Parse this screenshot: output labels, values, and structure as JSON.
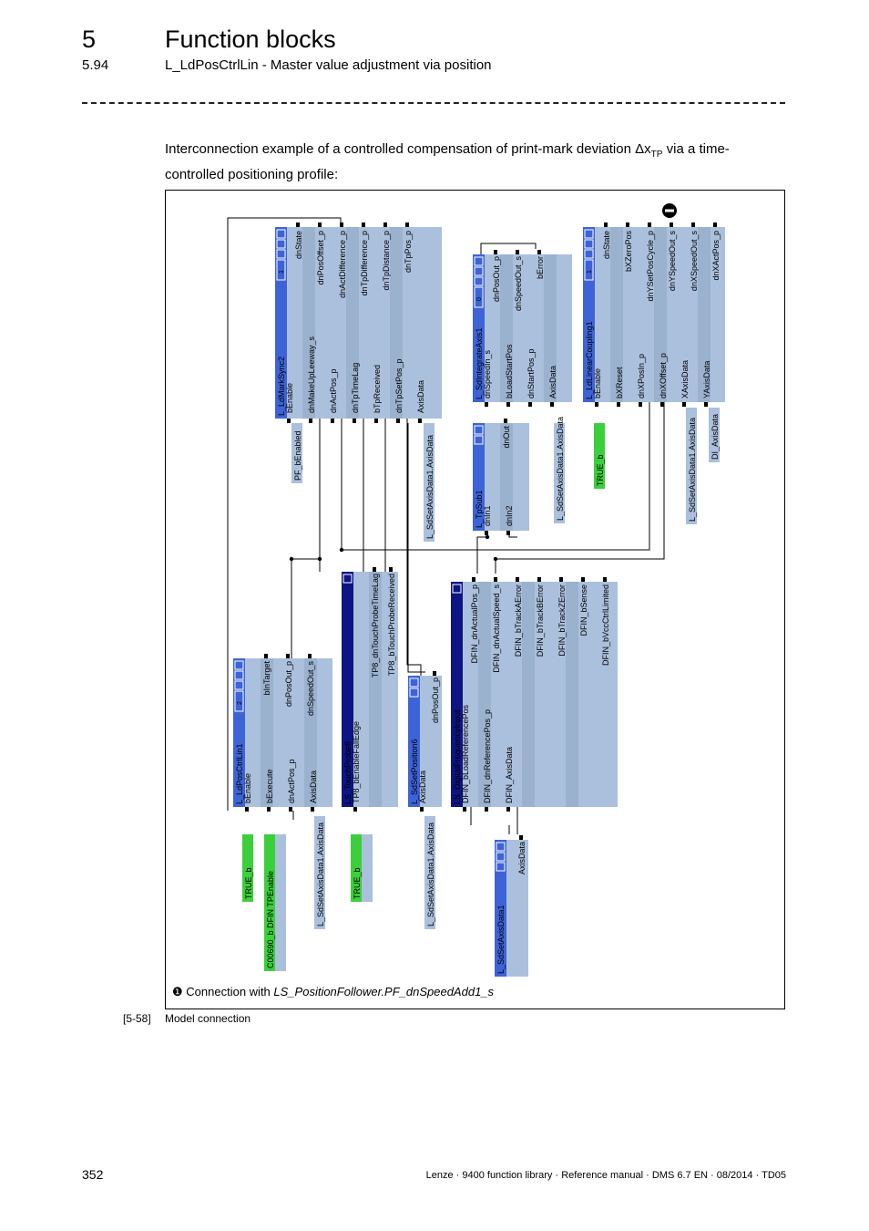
{
  "header": {
    "chapter_number": "5",
    "chapter_title": "Function blocks",
    "section_number": "5.94",
    "section_title": "L_LdPosCtrlLin - Master value adjustment via position"
  },
  "intro": {
    "text_before": "Interconnection example of a controlled compensation of print-mark deviation ",
    "delta_symbol": "Δx",
    "subscript": "TP",
    "text_after": " via a time-controlled positioning profile:"
  },
  "figure": {
    "colors": {
      "block_body": "#abc0dc",
      "block_column": "#9bb2cf",
      "title_bar_blue": "#3e63d8",
      "title_bar_navy": "#0d1483",
      "true_green": "#3ccf3c",
      "wire": "#000000",
      "header_icon": "#ffffff"
    },
    "blocks": [
      {
        "id": "ldmarksync2",
        "title": "L_LdMarkSync2",
        "title_color": "blue",
        "header_value": "1",
        "inputs": [
          "bEnable",
          "dnMakeUpLeeway_s",
          "dnActPos_p",
          "dnTpTimeLag",
          "bTpReceived",
          "dnTpSetPos_p",
          "AxisData"
        ],
        "outputs": [
          "dnState",
          "dnPosOffset_p",
          "dnActDifference_p",
          "dnTpDifference_p",
          "dnTpDistance_p",
          "dnTpPos_p"
        ]
      },
      {
        "id": "sdintegrate",
        "title": "L_SdIntegrateAxis1",
        "title_color": "blue",
        "header_value": "0",
        "inputs": [
          "dnSpeedIn_s",
          "bLoadStartPos",
          "dnStartPos_p",
          "AxisData"
        ],
        "outputs": [
          "dnPosOut_p",
          "dnSpeedOut_s",
          "bError"
        ]
      },
      {
        "id": "ldlinear",
        "title": "L_LdLinearCoupling1",
        "title_color": "blue",
        "header_value": "1",
        "inputs": [
          "bEnable",
          "bXReset",
          "dnXPosIn_p",
          "dnXOffset_p",
          "XAxisData",
          "YAxisData"
        ],
        "outputs": [
          "dnState",
          "bXZeroPos",
          "dnYSetPosCycle_p",
          "dnYSpeedOut_s",
          "dnXSpeedOut_s",
          "dnXActPos_p"
        ]
      },
      {
        "id": "tpsub",
        "title": "L_TpSub1",
        "title_color": "blue",
        "inputs": [
          "dnIn1",
          "dnIn2"
        ],
        "outputs": [
          "dnOut"
        ]
      },
      {
        "id": "ldposctrl",
        "title": "L_LdPosCtrlLin1",
        "title_color": "blue",
        "header_value": "2",
        "inputs": [
          "bEnable",
          "bExecute",
          "dnActPos_p",
          "AxisData"
        ],
        "outputs": [
          "bInTarget",
          "dnPosOut_p",
          "dnSpeedOut_s"
        ]
      },
      {
        "id": "touchprobe",
        "title": "LS_TouchProbe8",
        "title_color": "navy",
        "inputs": [
          "TP8_bEnableFallEdge"
        ],
        "outputs": [
          "TP8_dnTouchProbeTimeLag",
          "TP8_bTouchProbeReceived"
        ]
      },
      {
        "id": "sdsetpos",
        "title": "L_SdSetPosition6",
        "title_color": "blue",
        "inputs": [
          "AxisData"
        ],
        "outputs": [
          "dnPosOut_p"
        ]
      },
      {
        "id": "digfreq",
        "title": "LS_DigitalFrequencyInput",
        "title_color": "navy",
        "inputs": [
          "DFIN_bLoadReferencePos",
          "DFIN_dnReferencePos_p",
          "DFIN_AxisData"
        ],
        "outputs": [
          "DFIN_dnActualPos_p",
          "DFIN_dnActualSpeed_s",
          "DFIN_bTrackAError",
          "DFIN_bTrackBError",
          "DFIN_bTrackZError",
          "DFIN_bSense",
          "DFIN_bVccCtrlLimited"
        ]
      },
      {
        "id": "sdsetaxis",
        "title": "L_SdSetAxisData1",
        "title_color": "blue",
        "outputs": [
          "AxisData"
        ]
      }
    ],
    "variables": [
      {
        "id": "v_pf_benabled",
        "text": "PF_bEnabled",
        "type": "var"
      },
      {
        "id": "v_axisdata_a",
        "text": "L_SdSetAxisData1.AxisData",
        "type": "var"
      },
      {
        "id": "v_axisdata_b",
        "text": "L_SdSetAxisData1.AxisData",
        "type": "var"
      },
      {
        "id": "v_true_a",
        "text": "TRUE_b",
        "type": "const"
      },
      {
        "id": "v_axisdata_c",
        "text": "L_SdSetAxisData1.AxisData",
        "type": "var"
      },
      {
        "id": "v_di_axisdata",
        "text": "DI_AxisData",
        "type": "var"
      },
      {
        "id": "v_true_b",
        "text": "TRUE_b",
        "type": "const"
      },
      {
        "id": "v_c00",
        "text": "C00690_b DFIN TPEnable",
        "type": "const"
      },
      {
        "id": "v_axisdata_d",
        "text": "L_SdSetAxisData1.AxisData",
        "type": "var"
      },
      {
        "id": "v_true_c",
        "text": "TRUE_b",
        "type": "const"
      },
      {
        "id": "v_axisdata_e",
        "text": "L_SdSetAxisData1.AxisData",
        "type": "var"
      }
    ],
    "marker_symbol": "❶",
    "footnote_prefix": "Connection with ",
    "footnote_italic": "LS_PositionFollower.PF_dnSpeedAdd1_s"
  },
  "caption": {
    "number": "[5-58]",
    "text": "Model connection"
  },
  "footer": {
    "page_number": "352",
    "doc_info": "Lenze · 9400 function library · Reference manual · DMS 6.7 EN · 08/2014 · TD05"
  }
}
